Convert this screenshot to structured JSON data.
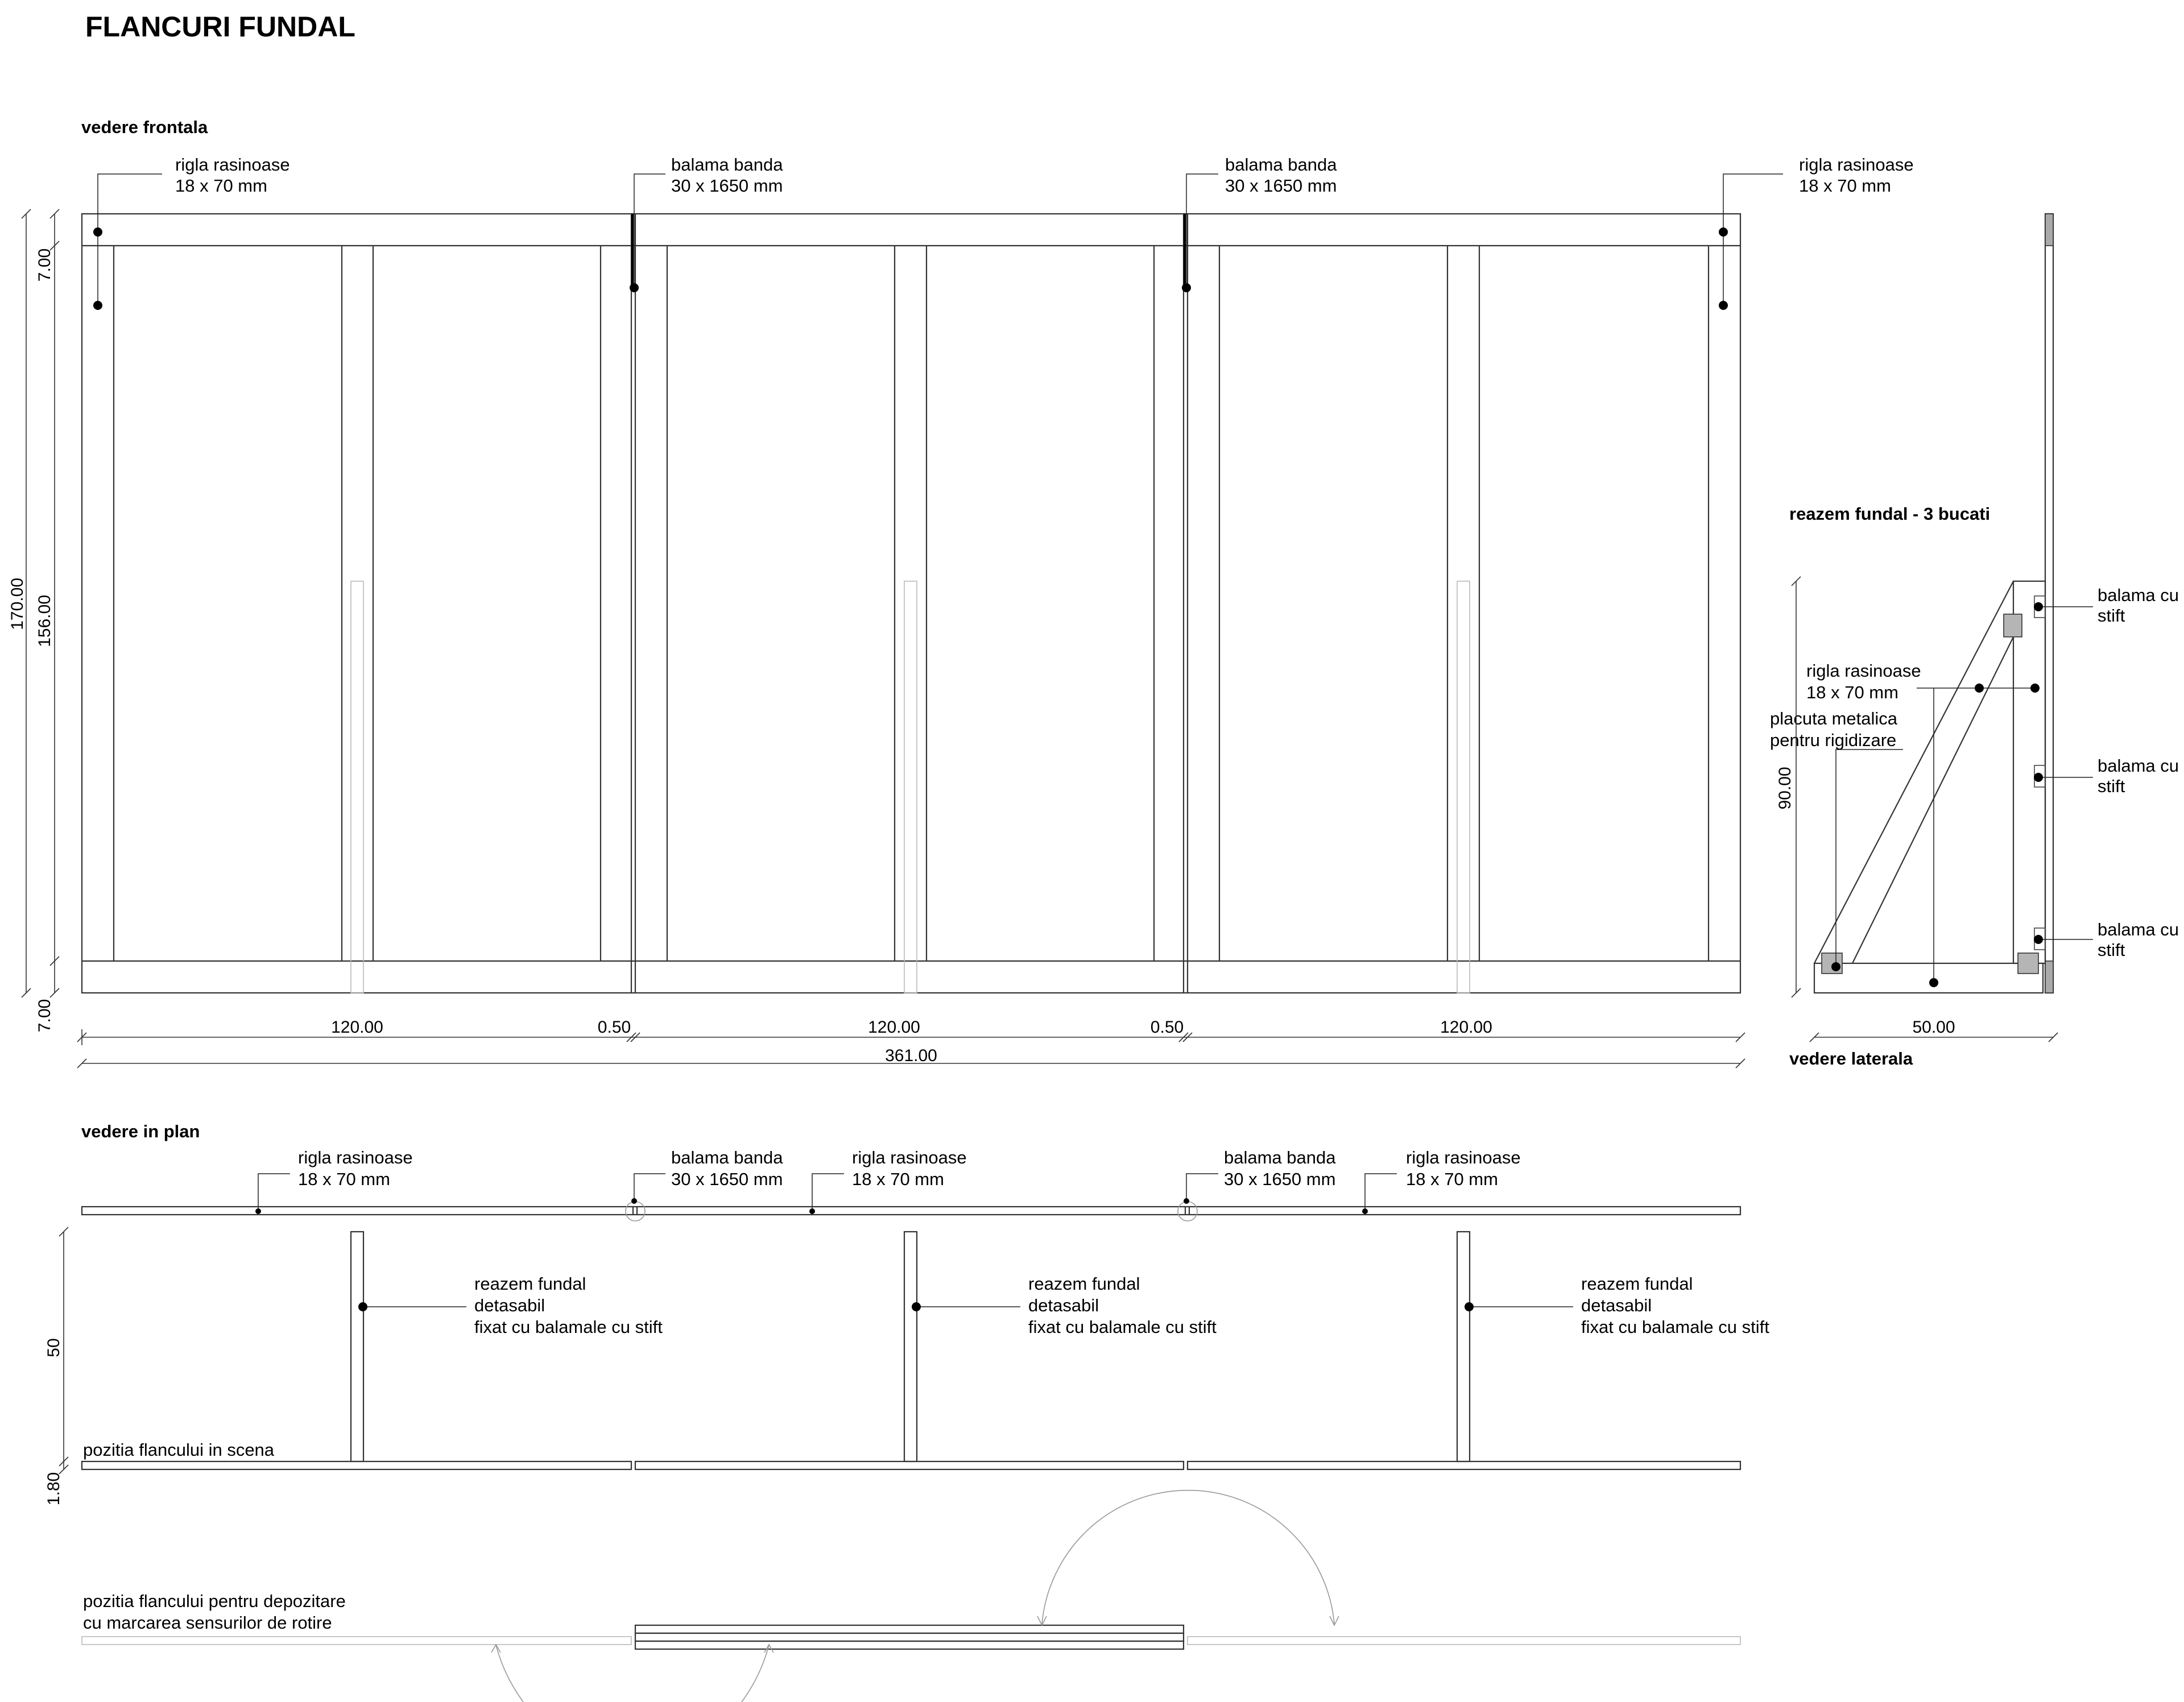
{
  "title": "FLANCURI FUNDAL",
  "views": {
    "front": "vedere frontala",
    "side_title": "reazem fundal - 3 bucati",
    "side": "vedere laterala",
    "plan": "vedere in plan"
  },
  "front_labels": {
    "rigla_left": [
      "rigla rasinoase",
      "18 x 70 mm"
    ],
    "balama1": [
      "balama banda",
      "30 x 1650 mm"
    ],
    "balama2": [
      "balama banda",
      "30 x 1650 mm"
    ],
    "rigla_right": [
      "rigla rasinoase",
      "18 x 70 mm"
    ]
  },
  "front_dims": {
    "height_total": "170.00",
    "height_inner": "156.00",
    "top_rail": "7.00",
    "bottom_rail": "7.00",
    "panel1": "120.00",
    "gap1": "0.50",
    "panel2": "120.00",
    "gap2": "0.50",
    "panel3": "120.00",
    "total": "361.00"
  },
  "side_labels": {
    "balama_stift_1": [
      "balama cu",
      "stift"
    ],
    "balama_stift_2": [
      "balama cu",
      "stift"
    ],
    "balama_stift_3": [
      "balama cu",
      "stift"
    ],
    "rigla": [
      "rigla rasinoase",
      "18 x 70 mm"
    ],
    "placuta": [
      "placuta metalica",
      "pentru rigidizare"
    ]
  },
  "side_dims": {
    "height": "90.00",
    "width": "50.00"
  },
  "plan_labels": {
    "rigla1": [
      "rigla rasinoase",
      "18 x 70 mm"
    ],
    "balama1": [
      "balama banda",
      "30 x 1650 mm"
    ],
    "rigla2": [
      "rigla rasinoase",
      "18 x 70 mm"
    ],
    "balama2": [
      "balama banda",
      "30 x 1650 mm"
    ],
    "rigla3": [
      "rigla rasinoase",
      "18 x 70 mm"
    ],
    "reazem1": [
      "reazem fundal",
      "detasabil",
      "fixat cu balamale cu stift"
    ],
    "reazem2": [
      "reazem fundal",
      "detasabil",
      "fixat cu balamale cu stift"
    ],
    "reazem3": [
      "reazem fundal",
      "detasabil",
      "fixat cu balamale cu stift"
    ],
    "scena": "pozitia flancului in scena",
    "depozitare": [
      "pozitia flancului pentru depozitare",
      "cu marcarea sensurilor de rotire"
    ]
  },
  "plan_dims": {
    "depth": "50",
    "thickness": "1.80"
  }
}
